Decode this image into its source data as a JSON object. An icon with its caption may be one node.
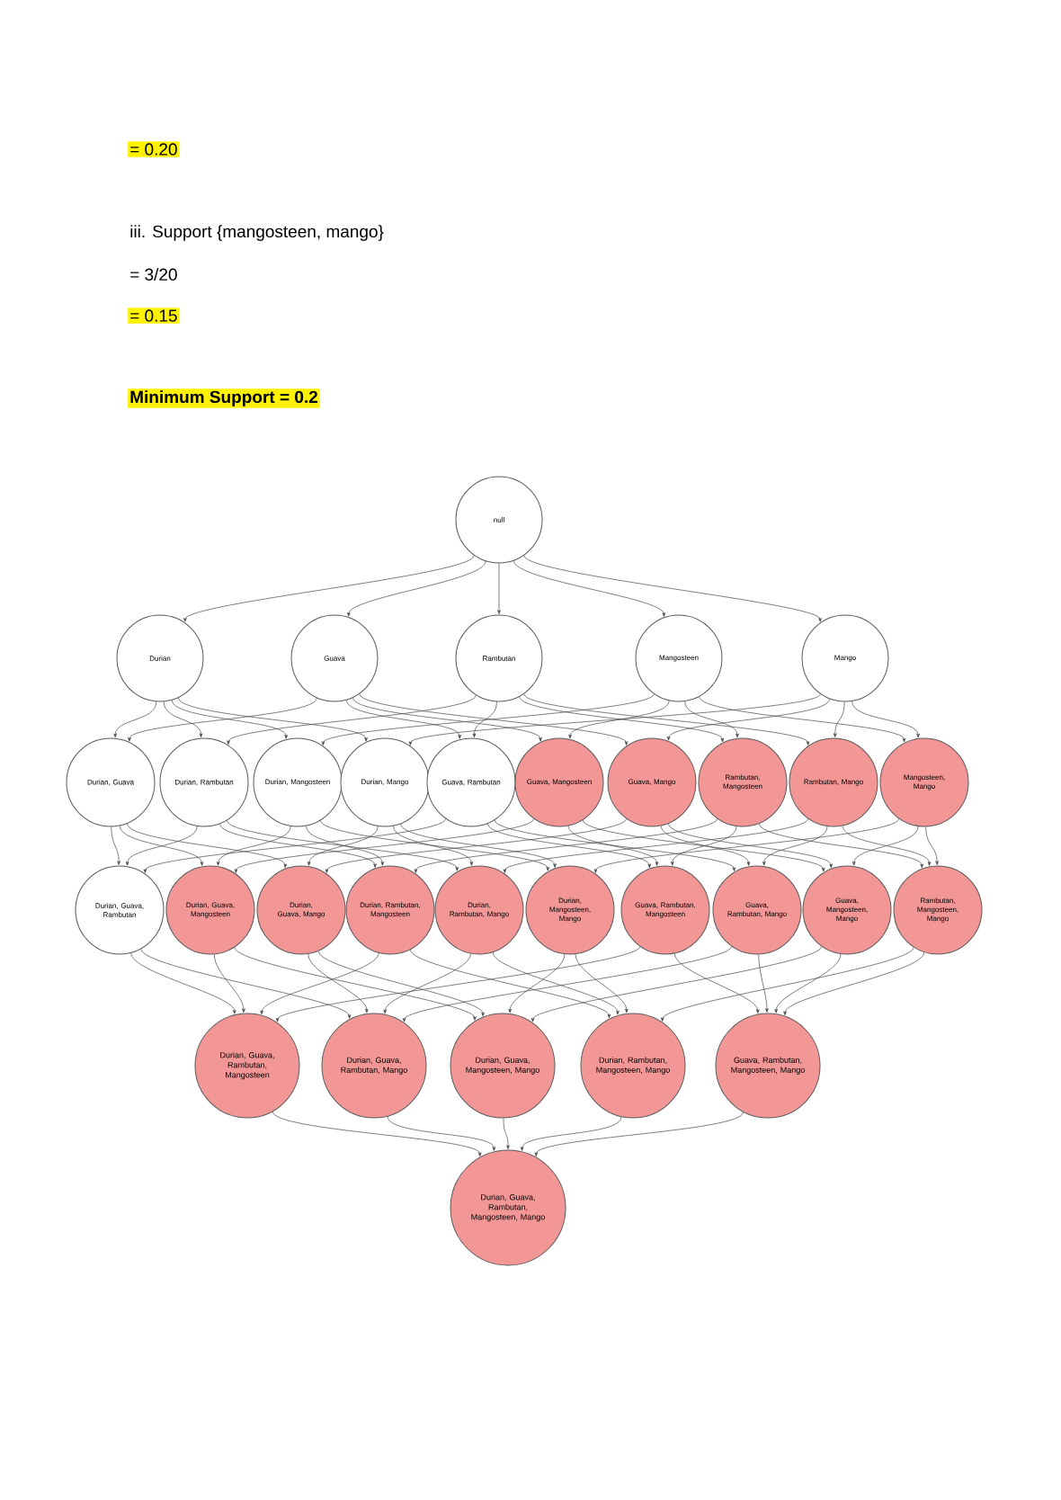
{
  "diagram": {
    "nodes": [
      {
        "text": [
          "null"
        ]
      },
      {
        "text": [
          "Durian"
        ]
      },
      {
        "text": [
          "Guava"
        ]
      },
      {
        "text": [
          "Rambutan"
        ]
      },
      {
        "text": [
          "Mangosteen"
        ]
      },
      {
        "text": [
          "Mango"
        ]
      },
      {
        "text": [
          "Durian, Guava"
        ]
      },
      {
        "text": [
          "Durian, Rambutan"
        ]
      },
      {
        "text": [
          "Durian, Mangosteen"
        ]
      },
      {
        "text": [
          "Durian, Mango"
        ]
      },
      {
        "text": [
          "Guava, Rambutan"
        ]
      },
      {
        "text": [
          "Guava, Mangosteen"
        ]
      },
      {
        "text": [
          "Guava, Mango"
        ]
      },
      {
        "text": [
          "Rambutan, Mangosteen"
        ]
      },
      {
        "text": [
          "Rambutan, Mango"
        ]
      },
      {
        "text": [
          "Mangosteen, Mango"
        ]
      },
      {
        "text": [
          "Durian, Guava, Rambutan"
        ]
      },
      {
        "text": [
          "Durian, Guava, Mangosteen"
        ]
      },
      {
        "text": [
          "Durian, Guava, Mango"
        ]
      },
      {
        "text": [
          "Durian, Rambutan, Mangosteen"
        ]
      },
      {
        "text": [
          "Durian, Rambutan, Mango"
        ]
      },
      {
        "text": [
          "Durian, Mangosteen, Mango"
        ]
      },
      {
        "text": [
          "Guava, Rambutan, Mangosteen"
        ]
      },
      {
        "text": [
          "Guava, Rambutan, Mango"
        ]
      },
      {
        "text": [
          "Guava, Mangosteen, Mango"
        ]
      },
      {
        "text": [
          "Rambutan, Mangosteen, Mango"
        ]
      },
      {
        "text": [
          "Durian, Guava, Rambutan, Mangosteen"
        ]
      },
      {
        "text": [
          "Durian, Guava, Rambutan, Mango"
        ]
      },
      {
        "text": [
          "Durian, Guava, Mangosteen, Mango"
        ]
      },
      {
        "text": [
          "Durian, Rambutan, Mangosteen, Mango"
        ]
      },
      {
        "text": [
          "Guava, Rambutan, Mangosteen, Mango"
        ]
      },
      {
        "text": [
          "Durian, Guava, Rambutan, Mangosteen, Mango"
        ]
      }
    ],
    "edges": [
      {
        "from": 0,
        "to": 1,
        "arrow": "to"
      },
      {
        "from": 0,
        "to": 2,
        "arrow": "to"
      },
      {
        "from": 0,
        "to": 3,
        "arrow": "to"
      },
      {
        "from": 0,
        "to": 4,
        "arrow": "to"
      },
      {
        "from": 0,
        "to": 5,
        "arrow": "to"
      },
      {
        "from": 1,
        "to": 6,
        "arrow": "to"
      },
      {
        "from": 1,
        "to": 7,
        "arrow": "to"
      },
      {
        "from": 1,
        "to": 8,
        "arrow": "to"
      },
      {
        "from": 1,
        "to": 9,
        "arrow": "to"
      },
      {
        "from": 2,
        "to": 6,
        "arrow": "to"
      },
      {
        "from": 2,
        "to": 10,
        "arrow": "to"
      },
      {
        "from": 2,
        "to": 11,
        "arrow": "to"
      },
      {
        "from": 2,
        "to": 12,
        "arrow": "to"
      },
      {
        "from": 3,
        "to": 7,
        "arrow": "to"
      },
      {
        "from": 3,
        "to": 10,
        "arrow": "to"
      },
      {
        "from": 3,
        "to": 13,
        "arrow": "to"
      },
      {
        "from": 3,
        "to": 14,
        "arrow": "to"
      },
      {
        "from": 4,
        "to": 8,
        "arrow": "to"
      },
      {
        "from": 4,
        "to": 11,
        "arrow": "to"
      },
      {
        "from": 4,
        "to": 13,
        "arrow": "to"
      },
      {
        "from": 4,
        "to": 15,
        "arrow": "to"
      },
      {
        "from": 5,
        "to": 9,
        "arrow": "to"
      },
      {
        "from": 5,
        "to": 12,
        "arrow": "to"
      },
      {
        "from": 5,
        "to": 14,
        "arrow": "to"
      },
      {
        "from": 5,
        "to": 15,
        "arrow": "to"
      },
      {
        "from": 6,
        "to": 16,
        "arrow": "to"
      },
      {
        "from": 6,
        "to": 17,
        "arrow": "to"
      },
      {
        "from": 6,
        "to": 18,
        "arrow": "to"
      },
      {
        "from": 7,
        "to": 16,
        "arrow": "to"
      },
      {
        "from": 7,
        "to": 19,
        "arrow": "to"
      },
      {
        "from": 7,
        "to": 20,
        "arrow": "to"
      },
      {
        "from": 8,
        "to": 17,
        "arrow": "to"
      },
      {
        "from": 8,
        "to": 19,
        "arrow": "to"
      },
      {
        "from": 8,
        "to": 21,
        "arrow": "to"
      },
      {
        "from": 9,
        "to": 18,
        "arrow": "to"
      },
      {
        "from": 9,
        "to": 20,
        "arrow": "to"
      },
      {
        "from": 9,
        "to": 21,
        "arrow": "to"
      },
      {
        "from": 10,
        "to": 16,
        "arrow": "to"
      },
      {
        "from": 10,
        "to": 22,
        "arrow": "to"
      },
      {
        "from": 10,
        "to": 23,
        "arrow": "to"
      },
      {
        "from": 11,
        "to": 17,
        "arrow": "to"
      },
      {
        "from": 11,
        "to": 22,
        "arrow": "to"
      },
      {
        "from": 11,
        "to": 24,
        "arrow": "to"
      },
      {
        "from": 12,
        "to": 18,
        "arrow": "to"
      },
      {
        "from": 12,
        "to": 23,
        "arrow": "to"
      },
      {
        "from": 12,
        "to": 24,
        "arrow": "to"
      },
      {
        "from": 13,
        "to": 19,
        "arrow": "to"
      },
      {
        "from": 13,
        "to": 22,
        "arrow": "to"
      },
      {
        "from": 13,
        "to": 25,
        "arrow": "to"
      },
      {
        "from": 14,
        "to": 20,
        "arrow": "to"
      },
      {
        "from": 14,
        "to": 23,
        "arrow": "to"
      },
      {
        "from": 14,
        "to": 25,
        "arrow": "to"
      },
      {
        "from": 15,
        "to": 21,
        "arrow": "to"
      },
      {
        "from": 15,
        "to": 24,
        "arrow": "to"
      },
      {
        "from": 15,
        "to": 25,
        "arrow": "to"
      },
      {
        "from": 16,
        "to": 26,
        "arrow": "to"
      },
      {
        "from": 16,
        "to": 27,
        "arrow": "to"
      },
      {
        "from": 17,
        "to": 26,
        "arrow": "to"
      },
      {
        "from": 17,
        "to": 28,
        "arrow": "to"
      },
      {
        "from": 18,
        "to": 27,
        "arrow": "to"
      },
      {
        "from": 18,
        "to": 28,
        "arrow": "to"
      },
      {
        "from": 19,
        "to": 26,
        "arrow": "to"
      },
      {
        "from": 19,
        "to": 29,
        "arrow": "to"
      },
      {
        "from": 20,
        "to": 27,
        "arrow": "to"
      },
      {
        "from": 20,
        "to": 29,
        "arrow": "to"
      },
      {
        "from": 21,
        "to": 28,
        "arrow": "to"
      },
      {
        "from": 21,
        "to": 29,
        "arrow": "to"
      },
      {
        "from": 22,
        "to": 26,
        "arrow": "to"
      },
      {
        "from": 22,
        "to": 30,
        "arrow": "to"
      },
      {
        "from": 23,
        "to": 27,
        "arrow": "to"
      },
      {
        "from": 23,
        "to": 30,
        "arrow": "to"
      },
      {
        "from": 24,
        "to": 28,
        "arrow": "to"
      },
      {
        "from": 24,
        "to": 30,
        "arrow": "to"
      },
      {
        "from": 25,
        "to": 29,
        "arrow": "to"
      },
      {
        "from": 25,
        "to": 30,
        "arrow": "to"
      },
      {
        "from": 26,
        "to": 31,
        "arrow": "to"
      },
      {
        "from": 27,
        "to": 31,
        "arrow": "to"
      },
      {
        "from": 28,
        "to": 31,
        "arrow": "to"
      },
      {
        "from": 29,
        "to": 31,
        "arrow": "to"
      },
      {
        "from": 30,
        "to": 31,
        "arrow": "to"
      }
    ],
    "labels": [
      "= 0.20",
      "iii. Support {mangosteen, mango}",
      "= 3/20",
      "= 0.15",
      "Minimum Support = 0.2"
    ]
  }
}
